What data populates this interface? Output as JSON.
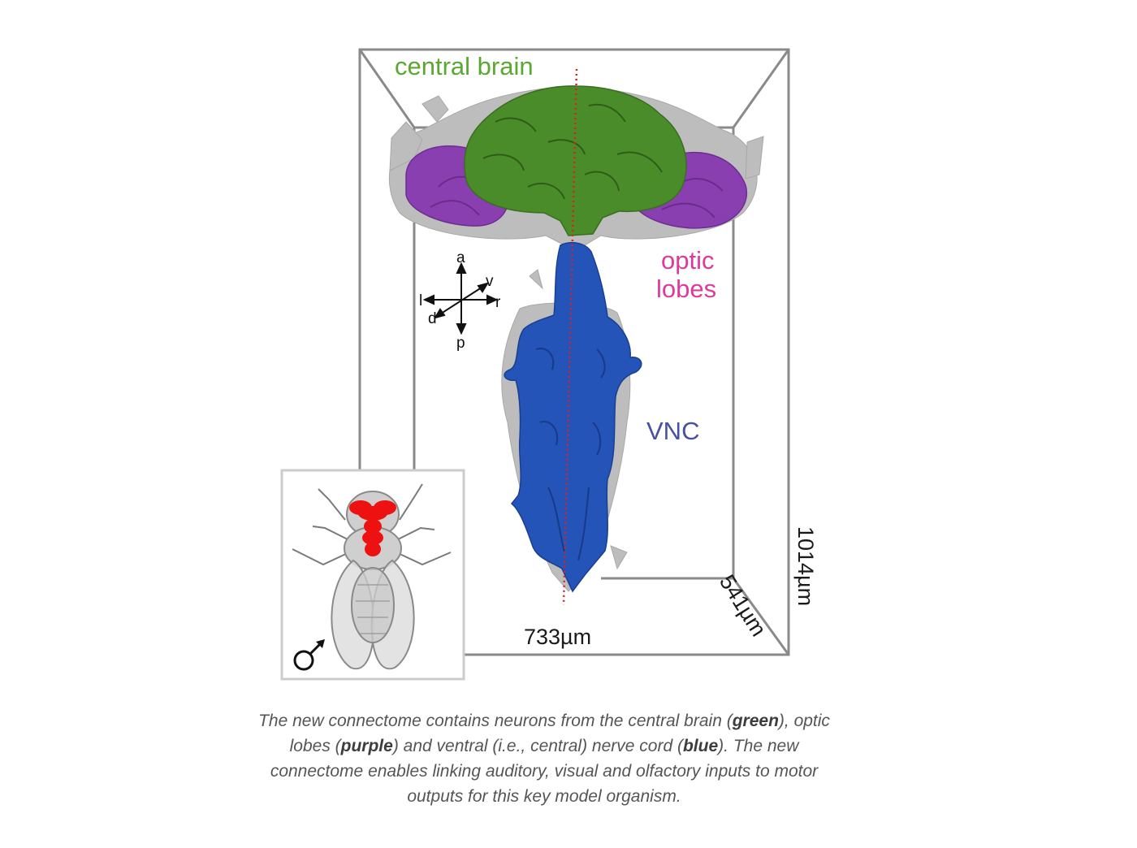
{
  "figure": {
    "labels": {
      "central_brain": "central brain",
      "optic": "optic",
      "lobes": "lobes",
      "vnc": "VNC",
      "dim_width": "733µm",
      "dim_depth": "541µm",
      "dim_height": "1014µm"
    },
    "axes": {
      "anterior": "a",
      "posterior": "p",
      "left": "l",
      "right": "r",
      "ventral": "v",
      "dorsal": "d"
    },
    "inset": {
      "sex_symbol": "♂"
    },
    "colors": {
      "central_brain": "#4a8c2a",
      "optic_lobes": "#8a3fb0",
      "vnc": "#2454b8",
      "label_green": "#5aa832",
      "label_magenta": "#e0399a",
      "label_blue": "#4850a0",
      "midline": "#e02020",
      "fly_brain": "#ee1111"
    }
  },
  "caption": {
    "t1": "The new connectome contains neurons from the central brain (",
    "green": "green",
    "t2": "), optic lobes (",
    "purple": "purple",
    "t3": ") and ventral (i.e., central) nerve cord (",
    "blue": "blue",
    "t4": "). The new connectome enables linking auditory, visual and olfactory inputs to motor outputs for this key model organism."
  }
}
